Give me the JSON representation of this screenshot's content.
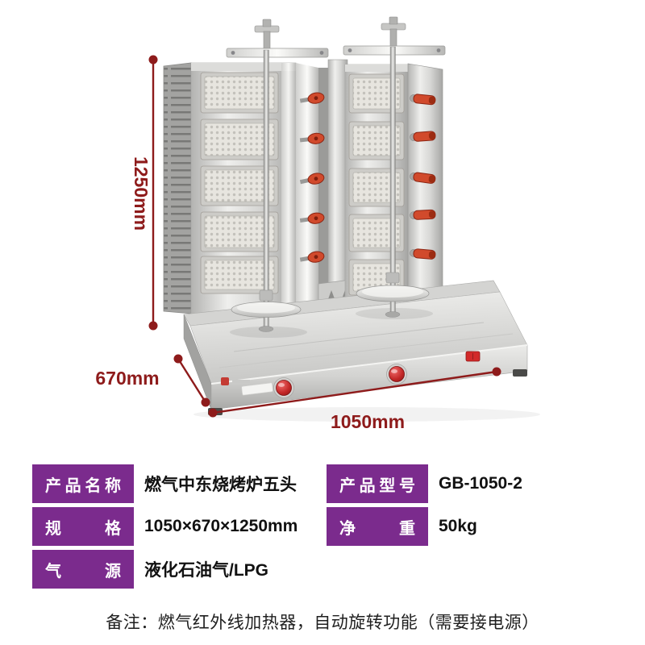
{
  "product_figure": {
    "alt": "燃气中东烧烤炉五头产品图（双塔不锈钢立式烧烤机）",
    "dimensions": {
      "height_label": "1250mm",
      "depth_label": "670mm",
      "width_label": "1050mm"
    }
  },
  "spec_table": {
    "product_name_label": "产品名称",
    "product_name_value": "燃气中东烧烤炉五头",
    "model_label": "产品型号",
    "model_value": "GB-1050-2",
    "spec_label": "规格",
    "spec_value": "1050×670×1250mm",
    "weight_label": "净重",
    "weight_value": "50kg",
    "gas_label": "气源",
    "gas_value": "液化石油气/LPG"
  },
  "note_text": "备注：燃气红外线加热器，自动旋转功能（需要接电源）",
  "colors": {
    "table_label_bg": "#7b2b8d",
    "dimension_annotation": "#8e1b1b",
    "knob_red": "#d14a2c"
  }
}
